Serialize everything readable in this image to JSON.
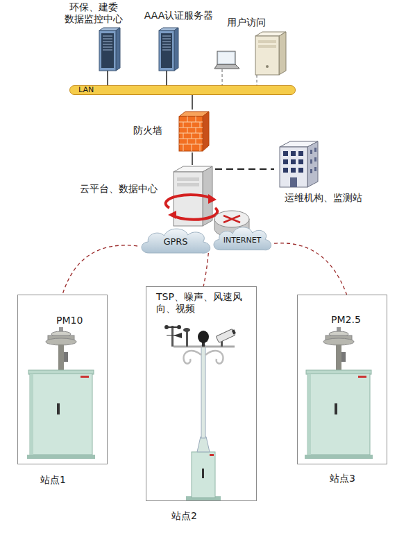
{
  "diagram": {
    "nodes": [
      {
        "text": [
          "环保、建委 数据监控中心"
        ]
      },
      {
        "text": [
          "AAA认证服务器"
        ]
      },
      {
        "text": [
          "用户访问"
        ]
      },
      {
        "text": [
          "LAN"
        ]
      },
      {
        "text": [
          "防火墙"
        ]
      },
      {
        "text": [
          "云平台、数据中心"
        ]
      },
      {
        "text": [
          "运维机构、监测站"
        ]
      },
      {
        "text": [
          "GPRS"
        ]
      },
      {
        "text": [
          "INTERNET"
        ]
      },
      {
        "text": [
          "PM10",
          "站点1"
        ]
      },
      {
        "text": [
          "TSP、噪声、风速风 向、视频",
          "站点2"
        ]
      },
      {
        "text": [
          "PM2.5",
          "站点3"
        ]
      }
    ],
    "edges": [
      {
        "from": 0,
        "to": 3,
        "arrow": "none"
      },
      {
        "from": 1,
        "to": 3,
        "arrow": "none"
      },
      {
        "from": 2,
        "to": 3,
        "arrow": "none"
      },
      {
        "from": 3,
        "to": 4,
        "arrow": "none"
      },
      {
        "from": 4,
        "to": 5,
        "arrow": "none"
      },
      {
        "from": 5,
        "to": 6,
        "arrow": "none"
      },
      {
        "from": 7,
        "to": 9,
        "arrow": "none"
      },
      {
        "from": 7,
        "to": 10,
        "arrow": "none"
      },
      {
        "from": 8,
        "to": 11,
        "arrow": "none"
      }
    ]
  }
}
